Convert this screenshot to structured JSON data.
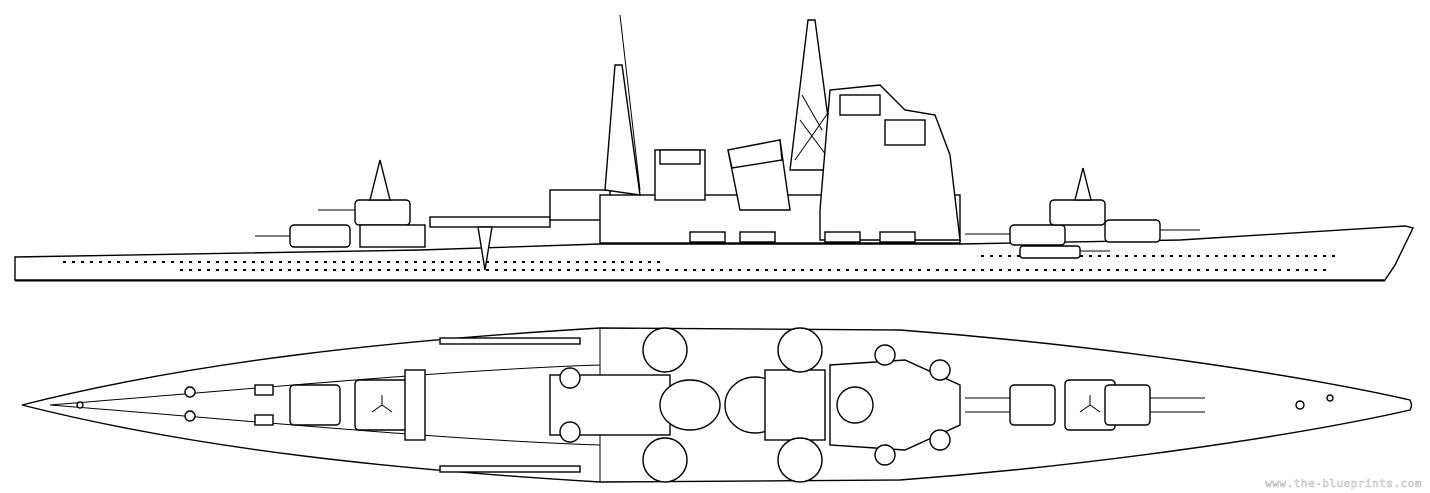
{
  "drawing": {
    "subject": "heavy-cruiser",
    "views": [
      "side-profile",
      "top-plan"
    ],
    "line_color": "#000000",
    "background": "#ffffff"
  },
  "watermark": "www.the-blueprints.com"
}
